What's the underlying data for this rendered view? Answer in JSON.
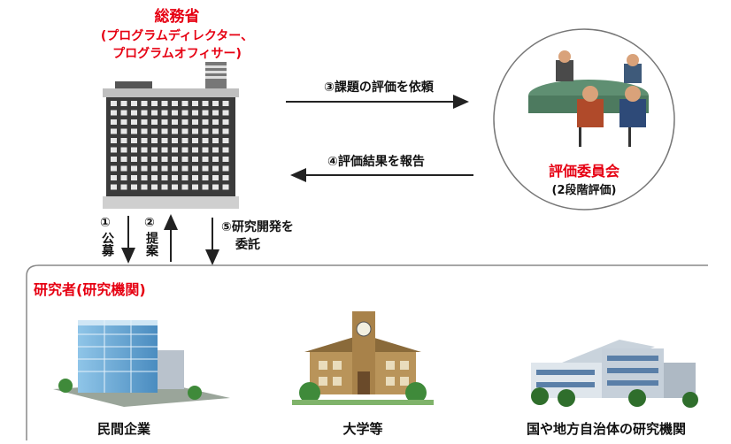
{
  "ministry": {
    "title": "総務省",
    "subtitle_line1": "(プログラムディレクター、",
    "subtitle_line2": "プログラムオフィサー)"
  },
  "arrows": {
    "request": "③課題の評価を依頼",
    "report": "④評価結果を報告",
    "step1_num": "①",
    "step1_text": "公募",
    "step2_num": "②",
    "step2_text": "提案",
    "step5_line1": "⑤研究開発を",
    "step5_line2": "委託"
  },
  "committee": {
    "title": "評価委員会",
    "subtitle": "(2段階評価)"
  },
  "researchers": {
    "title": "研究者(研究機関)",
    "items": [
      {
        "label": "民間企業",
        "icon": "office-building-icon"
      },
      {
        "label": "大学等",
        "icon": "university-building-icon"
      },
      {
        "label": "国や地方自治体の研究機関",
        "icon": "research-institute-icon"
      }
    ]
  },
  "colors": {
    "accent_red": "#e60012",
    "building_dark": "#3a3a3a",
    "table_green": "#5a8a6a"
  }
}
